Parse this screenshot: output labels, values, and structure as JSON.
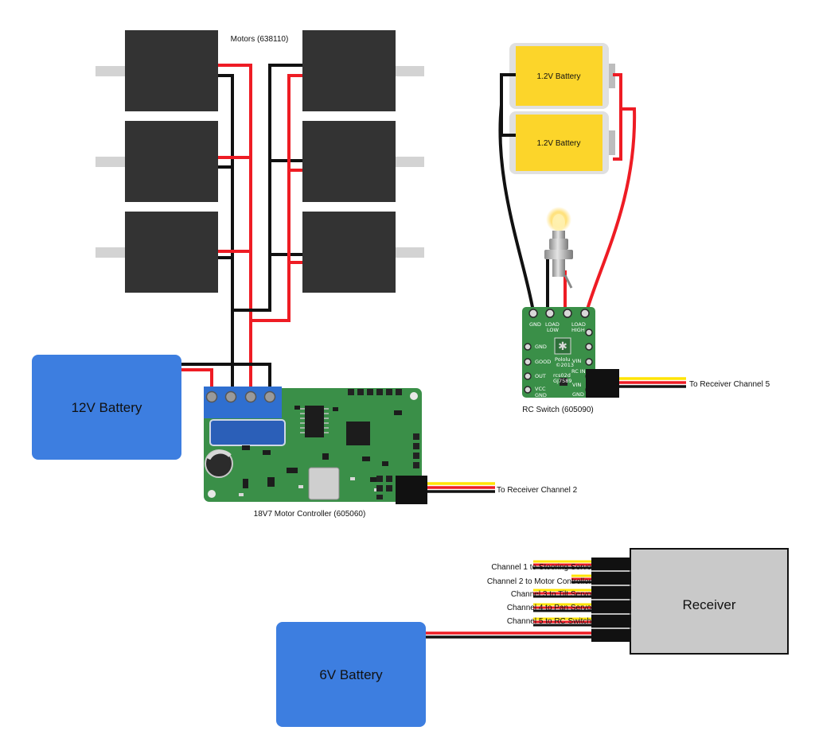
{
  "labels": {
    "motors": "Motors (638110)",
    "battery_12v": "12V Battery",
    "motor_controller": "18V7 Motor Controller (605060)",
    "to_ch2": "To Receiver Channel 2",
    "battery_top": "1.2V Battery",
    "battery_bottom": "1.2V Battery",
    "rc_switch": "RC Switch (605090)",
    "to_ch5": "To Receiver Channel 5",
    "receiver": "Receiver",
    "battery_6v": "6V Battery"
  },
  "channels": [
    "Channel 1 to Steering Servo",
    "Channel 2 to Motor Controller",
    "Channel 3 to Tilt Servo",
    "Channel 4 to Pan Servo",
    "Channel 5 to RC Switch"
  ],
  "rc_switch_pins": {
    "gnd": "GND",
    "load_low_1": "LOAD",
    "load_low_2": "LOW",
    "load_high_1": "LOAD",
    "load_high_2": "HIGH",
    "left_gnd": "GND",
    "good": "GOOD",
    "out": "OUT",
    "vcc": "VCC",
    "left_gnd2": "GND",
    "rc_in": "RC IN",
    "vin_1": "VIN",
    "vin_2": "VIN",
    "right_gnd": "GND",
    "brand": "Pololu",
    "year": "©2013",
    "part_1": "rcs02d",
    "part_2": "GJ7589"
  },
  "colors": {
    "motor": "#333333",
    "shaft": "#d3d3d3",
    "battery_blue": "#3d7ee0",
    "battery_yellow": "#fcd52a",
    "pcb_green": "#3a8f48",
    "receiver_gray": "#c9c9c9",
    "wire_red": "#ee1c24",
    "wire_black": "#111111",
    "wire_yellow": "#ffe400"
  }
}
